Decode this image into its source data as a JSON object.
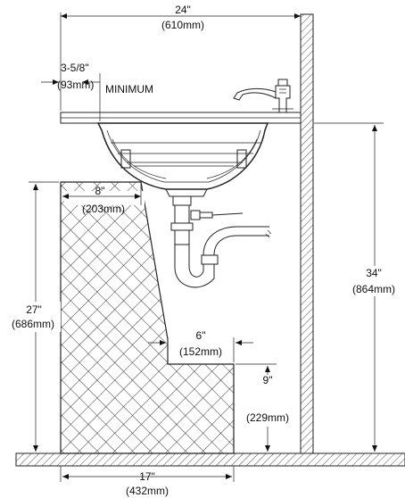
{
  "dimensions": {
    "overall_width": {
      "imperial": "24\"",
      "metric": "(610mm)"
    },
    "faucet_offset": {
      "imperial": "3-5/8\"",
      "metric": "(93mm)",
      "note": "MINIMUM"
    },
    "pedestal_top_width": {
      "imperial": "8\"",
      "metric": "(203mm)"
    },
    "floor_to_pedestal_top": {
      "imperial": "27\"",
      "metric": "(686mm)"
    },
    "floor_to_counter": {
      "imperial": "34\"",
      "metric": "(864mm)"
    },
    "step_width": {
      "imperial": "6\"",
      "metric": "(152mm)"
    },
    "step_height": {
      "imperial": "9\"",
      "metric": "(229mm)"
    },
    "base_width": {
      "imperial": "17\"",
      "metric": "(432mm)"
    }
  },
  "colors": {
    "line": "#222222",
    "background": "#ffffff"
  }
}
